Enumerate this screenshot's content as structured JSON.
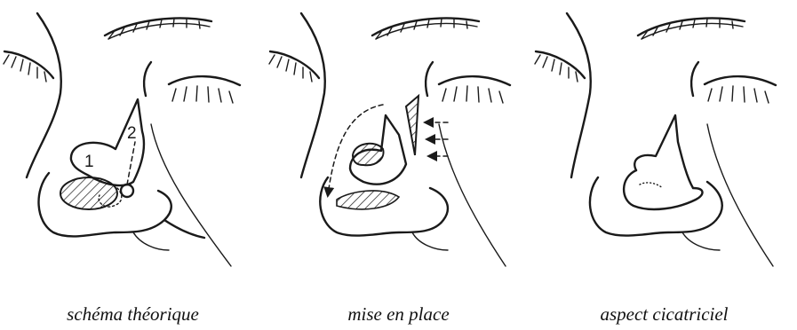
{
  "panels": [
    {
      "caption": "schéma théorique",
      "labels": [
        "1",
        "2"
      ]
    },
    {
      "caption": "mise en place"
    },
    {
      "caption": "aspect cicatriciel"
    }
  ]
}
